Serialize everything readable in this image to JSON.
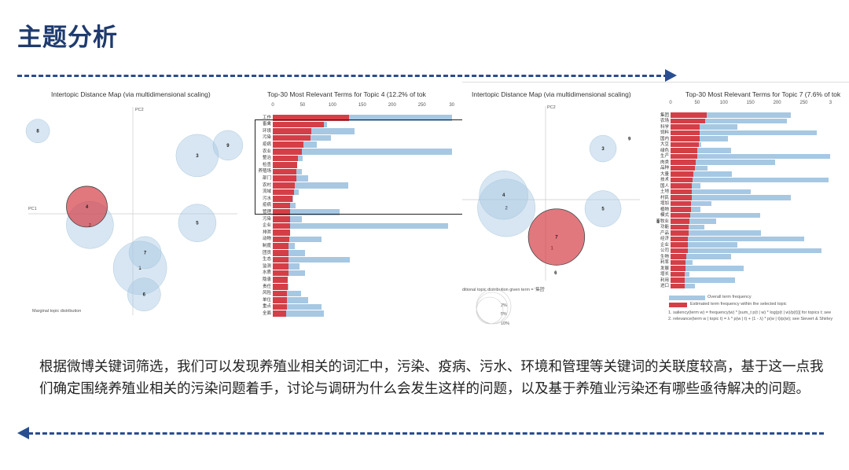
{
  "slide": {
    "title": "主题分析",
    "paragraph": "根据微博关键词筛选，我们可以发现养殖业相关的词汇中，污染、疫病、污水、环境和管理等关键词的关联度较高，基于这一点我们确定围绕养殖业相关的污染问题着手，讨论与调研为什么会发生这样的问题，以及基于养殖业污染还有哪些亟待解决的问题。",
    "accent_color": "#1f3b6e",
    "dash_color": "#2a4d8f"
  },
  "chart_data": [
    {
      "type": "scatter",
      "title": "Intertopic Distance Map (via multidimensional scaling)",
      "xlabel": "PC1",
      "ylabel": "PC2",
      "legend_text": "Marginal topic distribution",
      "selected_topic": 4,
      "topics": [
        {
          "id": "1",
          "pc1": 0.07,
          "pc2": -0.53,
          "size_pct": 20.9
        },
        {
          "id": "2",
          "pc1": -0.42,
          "pc2": -0.11,
          "size_pct": 16.3
        },
        {
          "id": "3",
          "pc1": 0.63,
          "pc2": 0.57,
          "size_pct": 13.2
        },
        {
          "id": "4",
          "pc1": -0.45,
          "pc2": 0.07,
          "size_pct": 12.2
        },
        {
          "id": "5",
          "pc1": 0.63,
          "pc2": -0.09,
          "size_pct": 10.4
        },
        {
          "id": "6",
          "pc1": 0.11,
          "pc2": -0.79,
          "size_pct": 8.0
        },
        {
          "id": "7",
          "pc1": 0.12,
          "pc2": -0.38,
          "size_pct": 7.6
        },
        {
          "id": "8",
          "pc1": -0.93,
          "pc2": 0.81,
          "size_pct": 4.1
        },
        {
          "id": "9",
          "pc1": 0.93,
          "pc2": 0.67,
          "size_pct": 6.5
        }
      ]
    },
    {
      "type": "bar",
      "title": "Top-30 Most Relevant Terms for Topic 4 (12.2% of tok",
      "xticks": [
        "0",
        "50",
        "100",
        "150",
        "200",
        "250",
        "30"
      ],
      "xlim": [
        0,
        300
      ],
      "series": [
        {
          "name": "Overall term frequency",
          "color": "#a6c8e3"
        },
        {
          "name": "Estimated term frequency within the selected topic",
          "color": "#d43f47"
        }
      ],
      "categories": [
        "工作",
        "畜禽",
        "环境",
        "污染",
        "疫病",
        "农业",
        "整治",
        "检查",
        "养殖场",
        "部门",
        "农村",
        "流域",
        "污水",
        "疫病",
        "管理",
        "污染",
        "企业",
        "排泄",
        "动物",
        "制度",
        "团员",
        "生态",
        "监测",
        "水质",
        "隐患",
        "责任",
        "风险",
        "单位",
        "重点",
        "全面"
      ],
      "overall": [
        300,
        91,
        137,
        98,
        74,
        300,
        50,
        41,
        49,
        59,
        127,
        43,
        34,
        38,
        112,
        49,
        294,
        29,
        82,
        37,
        54,
        129,
        45,
        54,
        25,
        27,
        48,
        59,
        82,
        85
      ],
      "topic": [
        128,
        85,
        64,
        63,
        52,
        49,
        42,
        41,
        40,
        39,
        37,
        36,
        33,
        29,
        29,
        29,
        29,
        29,
        28,
        27,
        27,
        27,
        26,
        26,
        25,
        25,
        24,
        24,
        24,
        23
      ]
    },
    {
      "type": "scatter",
      "title": "Intertopic Distance Map (via multidimensional scaling)",
      "ylabel": "PC2",
      "legend_text": "ditional topic distribution given term = '集团'",
      "legend_sizes": [
        "2%",
        "5%",
        "10%"
      ],
      "selected_topic": 7,
      "topics": [
        {
          "id": "1",
          "pc1": 0.07,
          "pc2": -0.53,
          "size_pct": 0
        },
        {
          "id": "2",
          "pc1": -0.43,
          "pc2": -0.09,
          "size_pct": 21
        },
        {
          "id": "3",
          "pc1": 0.63,
          "pc2": 0.56,
          "size_pct": 4.5
        },
        {
          "id": "4",
          "pc1": -0.46,
          "pc2": 0.05,
          "size_pct": 15
        },
        {
          "id": "5",
          "pc1": 0.63,
          "pc2": -0.1,
          "size_pct": 8.3
        },
        {
          "id": "6",
          "pc1": 0.11,
          "pc2": -0.8,
          "size_pct": 0
        },
        {
          "id": "7",
          "pc1": 0.12,
          "pc2": -0.41,
          "size_pct": 20
        },
        {
          "id": "8",
          "pc1": 1.24,
          "pc2": -0.24,
          "size_pct": 0
        },
        {
          "id": "9",
          "pc1": 0.92,
          "pc2": 0.67,
          "size_pct": 0
        }
      ]
    },
    {
      "type": "bar",
      "title": "Top-30 Most Relevant Terms for Topic 7 (7.6% of tok",
      "xticks": [
        "0",
        "50",
        "100",
        "150",
        "200",
        "250",
        "3"
      ],
      "xlim": [
        0,
        300
      ],
      "series": [
        {
          "name": "Overall term frequency",
          "color": "#a6c8e3"
        },
        {
          "name": "Estimated term frequency within the selected topic",
          "color": "#d43f47"
        }
      ],
      "categories": [
        "集团",
        "农场",
        "科学",
        "饲料",
        "国内",
        "大豆",
        "绿色",
        "生产",
        "肉类",
        "品种",
        "大量",
        "技术",
        "国人",
        "土地",
        "村民",
        "增加",
        "植物",
        "模式",
        "畜牧业",
        "功能",
        "产品",
        "经济",
        "企业",
        "公司",
        "生物",
        "利率",
        "发展",
        "增长",
        "利用",
        "进口"
      ],
      "overall": [
        226,
        218,
        125,
        275,
        107,
        57,
        114,
        300,
        196,
        69,
        115,
        297,
        56,
        150,
        226,
        76,
        56,
        168,
        85,
        64,
        169,
        251,
        125,
        283,
        113,
        42,
        137,
        35,
        121,
        45
      ],
      "topic": [
        68,
        65,
        55,
        55,
        54,
        53,
        50,
        50,
        47,
        45,
        43,
        42,
        40,
        40,
        40,
        39,
        38,
        37,
        35,
        34,
        34,
        33,
        33,
        32,
        29,
        28,
        28,
        26,
        26,
        26
      ],
      "footnotes": [
        "1. saliency(term w) = frequency(w) * [sum_t p(t | w) * log(p(t | w)/p(t))] for topics t; see",
        "2. relevance(term w | topic t) = λ * p(w | t) + (1 - λ) * p(w | t)/p(w); see Sievert & Shirley"
      ]
    }
  ]
}
